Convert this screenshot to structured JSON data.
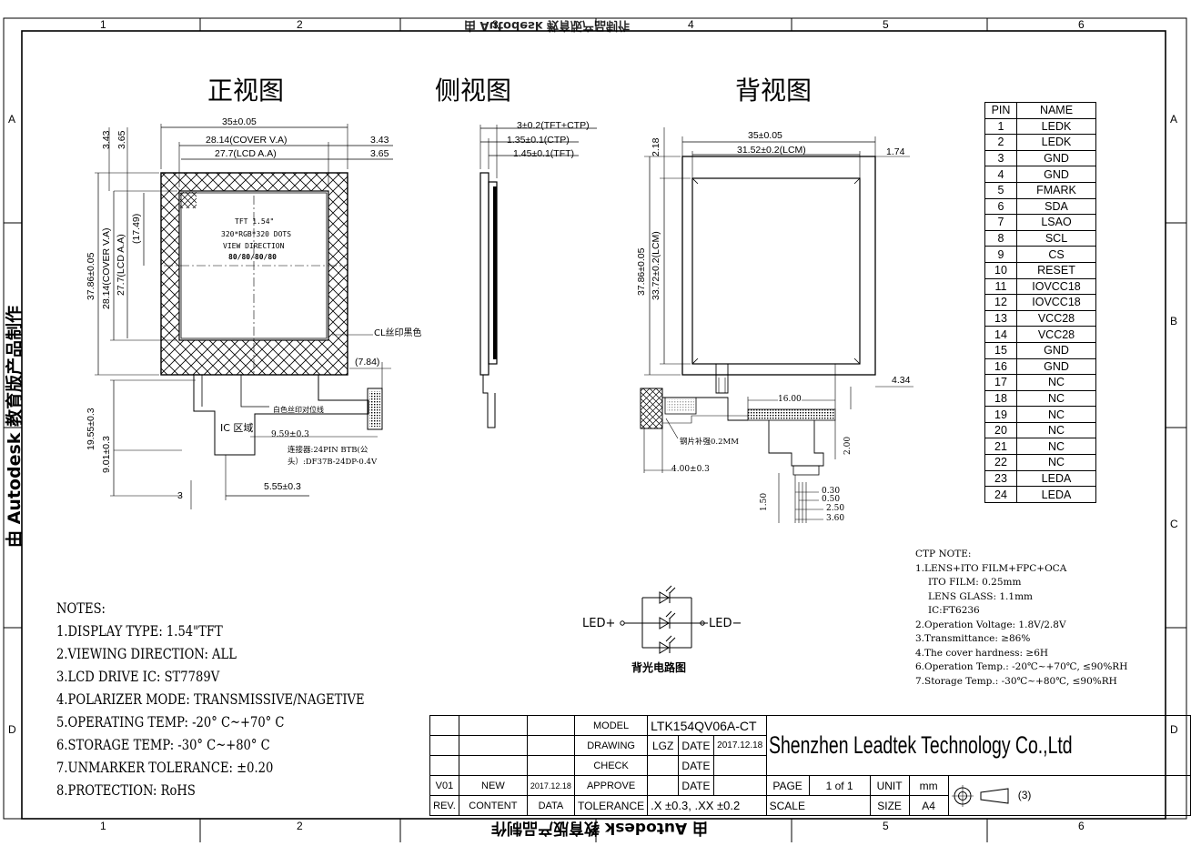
{
  "border": {
    "cols": [
      "1",
      "2",
      "3",
      "4",
      "5",
      "6"
    ],
    "rows": [
      "A",
      "B",
      "C",
      "D"
    ],
    "watermark": "由 Autodesk 教育版产品制作"
  },
  "views": {
    "front": "正视图",
    "side": "侧视图",
    "back": "背视图"
  },
  "front": {
    "dim_width": "35±0.05",
    "dim_cover_va": "28.14(COVER V.A)",
    "dim_lcd_aa": "27.7(LCD A.A)",
    "dim_343_right": "3.43",
    "dim_365_right": "3.65",
    "dim_343_left": "3.43",
    "dim_365_left": "3.65",
    "dim_height": "37.86±0.05",
    "dim_cover_va_h": "28.14(COVER V.A)",
    "dim_lcd_aa_h": "27.7(LCD A.A)",
    "dim_1749": "(17.49)",
    "screen_line1": "TFT 1.54\"",
    "screen_line2": "320*RGB*320 DOTS",
    "screen_line3": "VIEW DIRECTION",
    "screen_line4": "80/80/80/80",
    "cl_label": "CL丝印黑色",
    "dim_784": "(7.84)",
    "ic_label": "IC 区域",
    "silk_label": "白色丝印对位线",
    "dim_959": "9.59±0.3",
    "connector_line1": "连接器:24PIN BTB(公",
    "connector_line2": "头）:DF37B-24DP-0.4V",
    "dim_1955": "19.55±0.3",
    "dim_901": "9.01±0.3",
    "dim_3": "3",
    "dim_555": "5.55±0.3"
  },
  "side": {
    "dim_total": "3±0.2(TFT+CTP)",
    "dim_ctp": "1.35±0.1(CTP)",
    "dim_tft": "1.45±0.1(TFT)"
  },
  "back": {
    "dim_width": "35±0.05",
    "dim_lcm": "31.52±0.2(LCM)",
    "dim_218": "2.18",
    "dim_174": "1.74",
    "dim_height": "37.86±0.05",
    "dim_lcm_h": "33.72±0.2(LCM)",
    "dim_434": "4.34",
    "dim_1600": "16.00",
    "stiffener_label": "钢片补强0.2MM",
    "dim_400": "4.00±0.3",
    "dim_200": "2.00",
    "dim_150": "1.50",
    "dim_030": "0.30",
    "dim_050": "0.50",
    "dim_250": "2.50",
    "dim_360": "3.60"
  },
  "pin_table": {
    "header": [
      "PIN",
      "NAME"
    ],
    "rows": [
      [
        "1",
        "LEDK"
      ],
      [
        "2",
        "LEDK"
      ],
      [
        "3",
        "GND"
      ],
      [
        "4",
        "GND"
      ],
      [
        "5",
        "FMARK"
      ],
      [
        "6",
        "SDA"
      ],
      [
        "7",
        "LSAO"
      ],
      [
        "8",
        "SCL"
      ],
      [
        "9",
        "CS"
      ],
      [
        "10",
        "RESET"
      ],
      [
        "11",
        "IOVCC18"
      ],
      [
        "12",
        "IOVCC18"
      ],
      [
        "13",
        "VCC28"
      ],
      [
        "14",
        "VCC28"
      ],
      [
        "15",
        "GND"
      ],
      [
        "16",
        "GND"
      ],
      [
        "17",
        "NC"
      ],
      [
        "18",
        "NC"
      ],
      [
        "19",
        "NC"
      ],
      [
        "20",
        "NC"
      ],
      [
        "21",
        "NC"
      ],
      [
        "22",
        "NC"
      ],
      [
        "23",
        "LEDA"
      ],
      [
        "24",
        "LEDA"
      ]
    ]
  },
  "backlight": {
    "led_plus": "LED+",
    "led_minus": "LED−",
    "caption": "背光电路图"
  },
  "ctp_notes": [
    "CTP NOTE:",
    "1.LENS+ITO FILM+FPC+OCA",
    "ITO FILM: 0.25mm",
    "LENS GLASS: 1.1mm",
    "IC:FT6236",
    "2.Operation Voltage: 1.8V/2.8V",
    "3.Transmittance: ≥86%",
    "4.The cover hardness: ≥6H",
    "6.Operation Temp.: -20℃~+70℃, ≤90%RH",
    "7.Storage Temp.: -30℃~+80℃, ≤90%RH"
  ],
  "notes": [
    "NOTES:",
    "1.DISPLAY TYPE:  1.54\"TFT",
    "2.VIEWING DIRECTION: ALL",
    "3.LCD DRIVE IC: ST7789V",
    "4.POLARIZER MODE: TRANSMISSIVE/NAGETIVE",
    "5.OPERATING TEMP: -20° C~+70° C",
    "6.STORAGE TEMP: -30° C~+80° C",
    "7.UNMARKER TOLERANCE: ±0.20",
    "8.PROTECTION: RoHS"
  ],
  "title_block": {
    "model_label": "MODEL",
    "model_value": "LTK154QV06A-CT",
    "drawing_label": "DRAWING",
    "drawing_value": "LGZ",
    "date_label": "DATE",
    "date_value": "2017.12.18",
    "check_label": "CHECK",
    "approve_label": "APPROVE",
    "company": "Shenzhen Leadtek Technology Co.,Ltd",
    "rev_v": "V01",
    "rev_new": "NEW",
    "rev_date": "2017.12.18",
    "rev_label": "REV.",
    "content_label": "CONTENT",
    "data_label": "DATA",
    "tolerance_label": "TOLERANCE",
    "tolerance_value": ".X  ±0.3,  .XX  ±0.2",
    "page_label": "PAGE",
    "page_value": "1  of  1",
    "unit_label": "UNIT",
    "unit_value": "mm",
    "scale_label": "SCALE",
    "size_label": "SIZE",
    "size_value": "A4",
    "projection": "(3)"
  }
}
